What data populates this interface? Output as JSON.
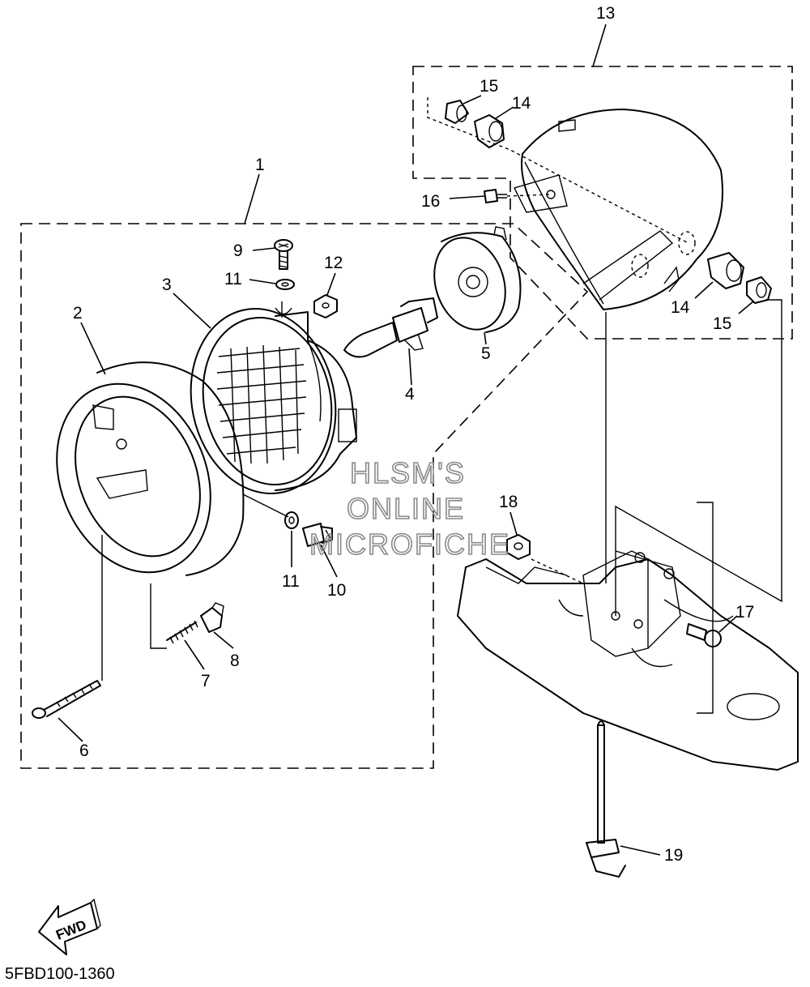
{
  "diagram_code": "5FBD100-1360",
  "watermark": {
    "line1": "HLSM'S",
    "line2": "ONLINE",
    "line3": "MICROFICHE"
  },
  "fwd_label": "FWD",
  "callouts": {
    "c1": "1",
    "c2": "2",
    "c3": "3",
    "c4": "4",
    "c5": "5",
    "c6": "6",
    "c7": "7",
    "c8": "8",
    "c9": "9",
    "c10": "10",
    "c11a": "11",
    "c11b": "11",
    "c12": "12",
    "c13": "13",
    "c14a": "14",
    "c14b": "14",
    "c15a": "15",
    "c15b": "15",
    "c16": "16",
    "c17": "17",
    "c18": "18",
    "c19": "19"
  }
}
